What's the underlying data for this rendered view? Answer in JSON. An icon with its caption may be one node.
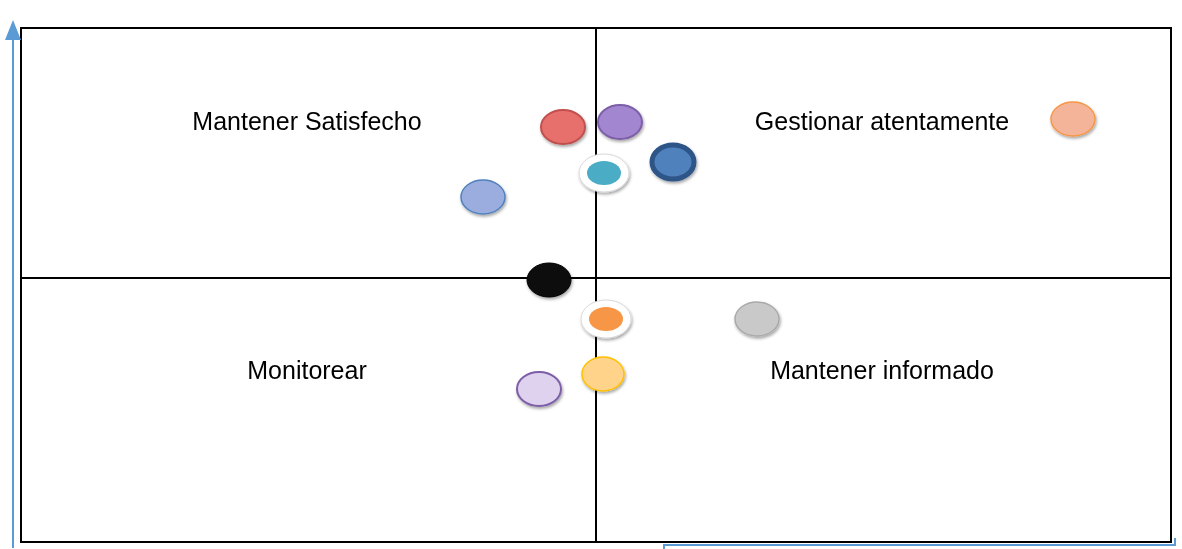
{
  "diagram": {
    "nodes": [
      {
        "text": [
          "Mantener Satisfecho"
        ]
      },
      {
        "text": [
          "Gestionar atentamente"
        ]
      },
      {
        "text": [
          "Monitorear"
        ]
      },
      {
        "text": [
          "Mantener informado"
        ]
      }
    ]
  }
}
